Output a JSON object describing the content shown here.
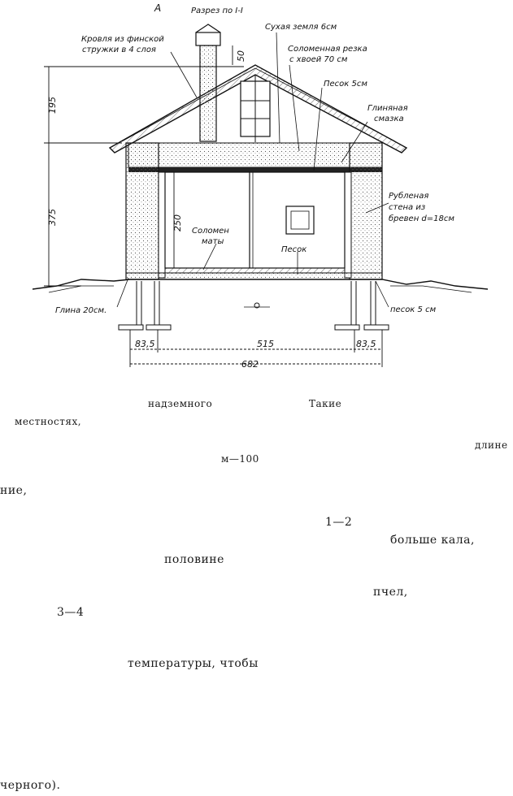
{
  "figure": {
    "letter": "A",
    "section_title": "Разрез по I-I",
    "labels": {
      "roof_1": "Кровля из финской",
      "roof_2": "стружки в 4 слоя",
      "dry_earth": "Сухая земля 6см",
      "straw_1": "Соломенная резка",
      "straw_2": "с хвоей 70 см",
      "sand_top": "Песок 5см",
      "clay_1": "Глиняная",
      "clay_2": "смазка",
      "wall_1": "Рубленая",
      "wall_2": "стена из",
      "wall_3": "бревен d=18см",
      "mats_1": "Соломен",
      "mats_2": "маты",
      "sand_floor": "Песок",
      "clay_bottom": "Глина 20см.",
      "sand_bottom": "песок 5 см"
    },
    "dimensions": {
      "chimney": "50",
      "roof_height": "195",
      "wall_height": "375",
      "inner_height": "250",
      "left_offset": "83,5",
      "inner_width": "515",
      "right_offset": "83,5",
      "total_width": "682"
    }
  },
  "text_fragments": [
    "надземного",
    "Такие",
    "местностях,",
    "длине",
    "м—100",
    "ние,",
    "1—2",
    "больше кала,",
    "половине",
    "пчел,",
    "3—4",
    "температуры, чтобы",
    "черного)."
  ]
}
